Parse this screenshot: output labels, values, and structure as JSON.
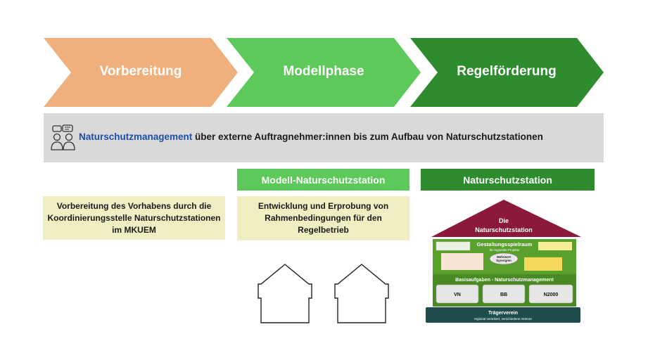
{
  "colors": {
    "phase1": "#f0b07e",
    "phase2": "#5cc95a",
    "phase3": "#2e8b2e",
    "band": "#d9d9d9",
    "accent": "#1d4fa5",
    "yellow_box": "#f0efc4",
    "roof": "#8b1a3a",
    "house_green": "#5aa02c",
    "foundation": "#1f4d4d"
  },
  "phases": [
    {
      "label": "Vorbereitung"
    },
    {
      "label": "Modellphase"
    },
    {
      "label": "Regelförderung"
    }
  ],
  "band": {
    "icon": "people-discussion-icon",
    "highlight": "Naturschutzmanagement",
    "text": " über externe Auftragnehmer:innen bis zum Aufbau von Naturschutzstationen"
  },
  "columns": {
    "model_station_title": "Modell-Naturschutzstation",
    "station_title": "Naturschutzstation"
  },
  "boxes": {
    "preparation": "Vorbereitung des Vorhabens durch die Koordinierungsstelle Naturschutzstationen im MKUEM",
    "model": "Entwicklung und Erprobung von Rahmenbedingungen für den Regelbetrieb"
  },
  "house": {
    "roof_line1": "Die",
    "roof_line2": "Naturschutzstation",
    "upper_title": "Gestaltungsspielraum",
    "upper_subtitle": "für regionale Projekte",
    "oval_line1": "Mehrwert",
    "oval_line2": "Synergien",
    "middle_title": "Basisaufgaben - Naturschutzmanagement",
    "cells": [
      "VN",
      "BB",
      "N2000"
    ],
    "foundation_title": "Trägerverein",
    "foundation_subtitle": "regional verankert, verschiedene Akteure"
  }
}
